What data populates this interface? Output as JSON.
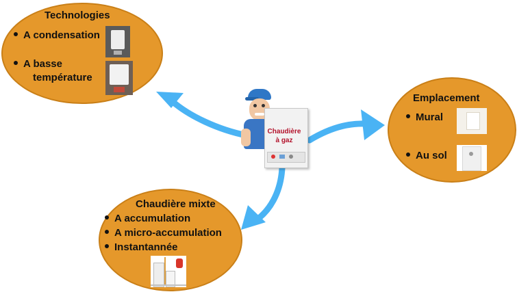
{
  "center": {
    "label_line1": "Chaudière",
    "label_line2": "à gaz"
  },
  "technologies": {
    "title": "Technologies",
    "items": [
      "A condensation",
      "A basse",
      "température"
    ]
  },
  "emplacement": {
    "title": "Emplacement",
    "items": [
      "Mural",
      "Au sol"
    ]
  },
  "chaudiere_mixte": {
    "title": "Chaudière mixte",
    "items": [
      "A accumulation",
      "A micro-accumulation",
      "Instantannée"
    ]
  },
  "colors": {
    "ellipse_fill": "#e5982b",
    "arrow": "#4ab3f4",
    "label_red": "#b3122b"
  }
}
